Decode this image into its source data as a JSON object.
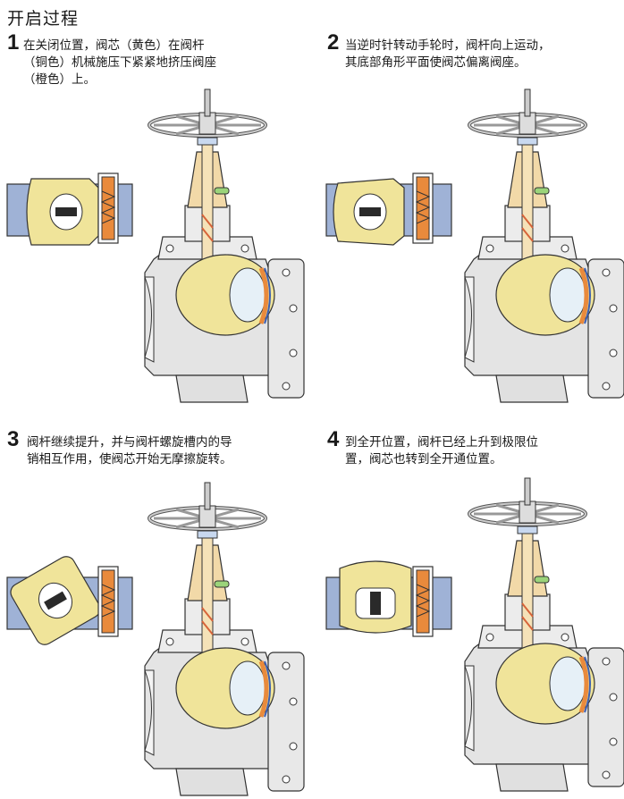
{
  "title": "开启过程",
  "steps": [
    {
      "num": "1",
      "text": "在关闭位置，阀芯（黄色）在阀杆\n（铜色）机械施压下紧紧地挤压阀座\n（橙色）上。"
    },
    {
      "num": "2",
      "text": "当逆时针转动手轮时，阀杆向上运动，\n其底部角形平面使阀芯偏离阀座。"
    },
    {
      "num": "3",
      "text": "阀杆继续提升，并与阀杆螺旋槽内的导\n销相互作用，使阀芯开始无摩擦旋转。"
    },
    {
      "num": "4",
      "text": "到全开位置，阀杆已经上升到极限位\n置，阀芯也转到全开通位置。"
    }
  ],
  "colors": {
    "pipe": "#9fb2d6",
    "plug": "#f0e49a",
    "seat": "#e98a3c",
    "stem": "#f2d9a8",
    "body": "#e4e4e4",
    "outline": "#333333"
  }
}
